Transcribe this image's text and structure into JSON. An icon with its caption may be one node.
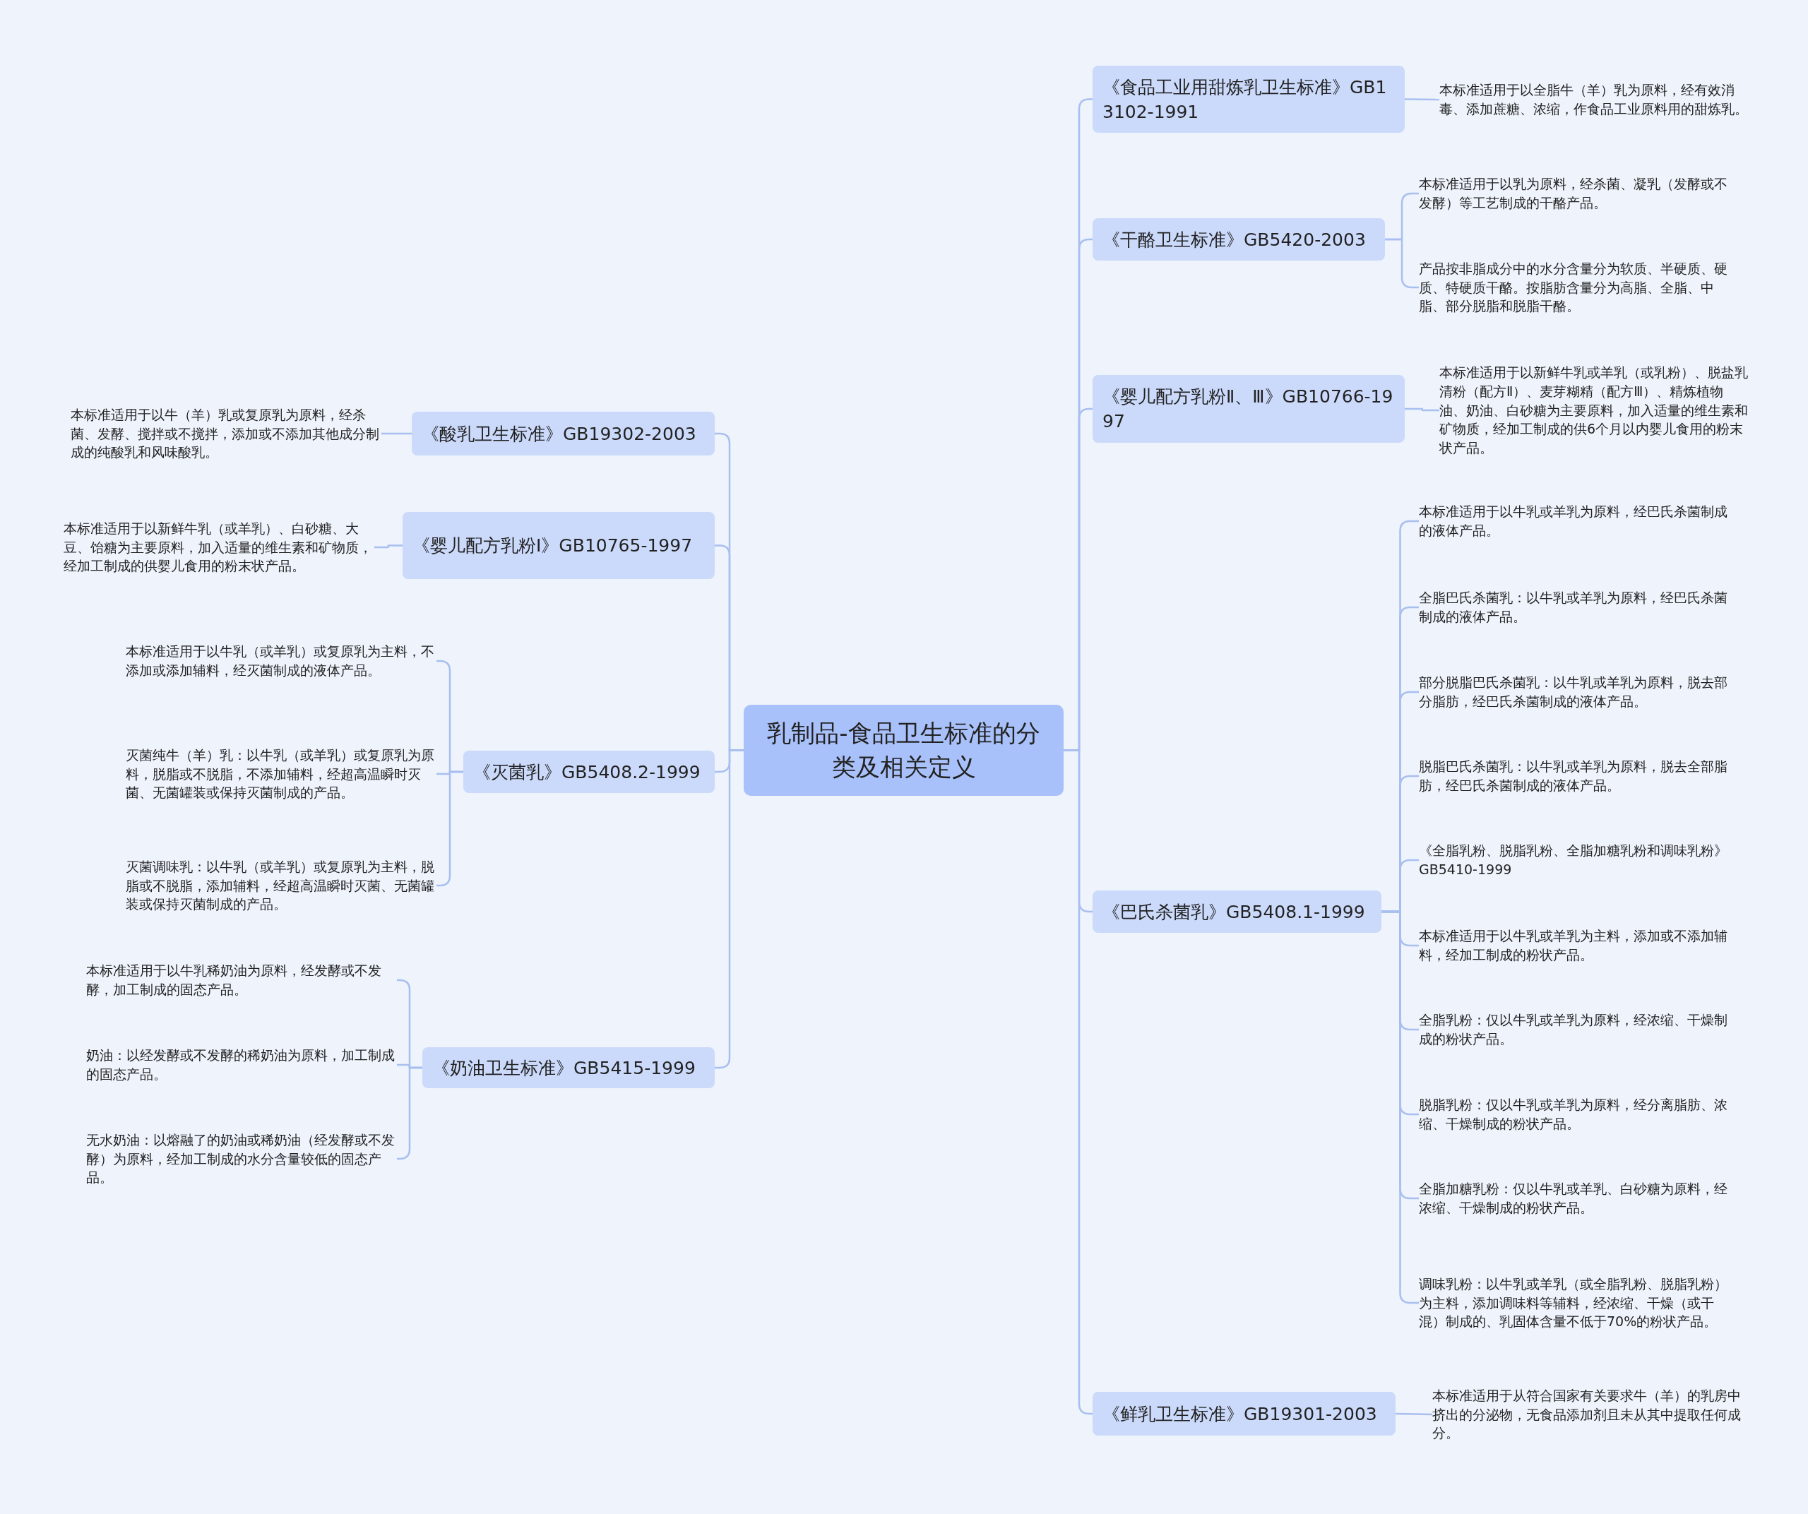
{
  "diagram": {
    "nodes": [
      {
        "text": [
          "乳制品-食品卫生标准的分类及相关定义"
        ]
      },
      {
        "text": [
          "《酸乳卫生标准》GB19302-2003"
        ]
      },
      {
        "text": [
          "本标准适用于以牛（羊）乳或复原乳为原料，经杀菌、发酵、搅拌或不搅拌，添加或不添加其他成分制成的纯酸乳和风味酸乳。"
        ]
      },
      {
        "text": [
          "《婴儿配方乳粉Ⅰ》GB10765-1997"
        ]
      },
      {
        "text": [
          "本标准适用于以新鲜牛乳（或羊乳）、白砂糖、大豆、饴糖为主要原料，加入适量的维生素和矿物质，经加工制成的供婴儿食用的粉末状产品。"
        ]
      },
      {
        "text": [
          "《灭菌乳》GB5408.2-1999"
        ]
      },
      {
        "text": [
          "本标准适用于以牛乳（或羊乳）或复原乳为主料，不添加或添加辅料，经灭菌制成的液体产品。"
        ]
      },
      {
        "text": [
          "灭菌纯牛（羊）乳：以牛乳（或羊乳）或复原乳为原料，脱脂或不脱脂，不添加辅料，经超高温瞬时灭菌、无菌罐装或保持灭菌制成的产品。"
        ]
      },
      {
        "text": [
          "灭菌调味乳：以牛乳（或羊乳）或复原乳为主料，脱脂或不脱脂，添加辅料，经超高温瞬时灭菌、无菌罐装或保持灭菌制成的产品。"
        ]
      },
      {
        "text": [
          "《奶油卫生标准》GB5415-1999"
        ]
      },
      {
        "text": [
          "本标准适用于以牛乳稀奶油为原料，经发酵或不发酵，加工制成的固态产品。"
        ]
      },
      {
        "text": [
          "奶油：以经发酵或不发酵的稀奶油为原料，加工制成的固态产品。"
        ]
      },
      {
        "text": [
          "无水奶油：以熔融了的奶油或稀奶油（经发酵或不发酵）为原料，经加工制成的水分含量较低的固态产品。"
        ]
      },
      {
        "text": [
          "《食品工业用甜炼乳卫生标准》GB13102-1991"
        ]
      },
      {
        "text": [
          "本标准适用于以全脂牛（羊）乳为原料，经有效消毒、添加蔗糖、浓缩，作食品工业原料用的甜炼乳。"
        ]
      },
      {
        "text": [
          "《干酪卫生标准》GB5420-2003"
        ]
      },
      {
        "text": [
          "本标准适用于以乳为原料，经杀菌、凝乳（发酵或不发酵）等工艺制成的干酪产品。"
        ]
      },
      {
        "text": [
          "产品按非脂成分中的水分含量分为软质、半硬质、硬质、特硬质干酪。按脂肪含量分为高脂、全脂、中脂、部分脱脂和脱脂干酪。"
        ]
      },
      {
        "text": [
          "《婴儿配方乳粉Ⅱ、Ⅲ》GB10766-1997"
        ]
      },
      {
        "text": [
          "本标准适用于以新鲜牛乳或羊乳（或乳粉）、脱盐乳清粉（配方Ⅱ）、麦芽糊精（配方Ⅲ）、精炼植物油、奶油、白砂糖为主要原料，加入适量的维生素和矿物质，经加工制成的供6个月以内婴儿食用的粉末状产品。"
        ]
      },
      {
        "text": [
          "《巴氏杀菌乳》GB5408.1-1999"
        ]
      },
      {
        "text": [
          "本标准适用于以牛乳或羊乳为原料，经巴氏杀菌制成的液体产品。"
        ]
      },
      {
        "text": [
          "全脂巴氏杀菌乳：以牛乳或羊乳为原料，经巴氏杀菌制成的液体产品。"
        ]
      },
      {
        "text": [
          "部分脱脂巴氏杀菌乳：以牛乳或羊乳为原料，脱去部分脂肪，经巴氏杀菌制成的液体产品。"
        ]
      },
      {
        "text": [
          "脱脂巴氏杀菌乳：以牛乳或羊乳为原料，脱去全部脂肪，经巴氏杀菌制成的液体产品。"
        ]
      },
      {
        "text": [
          "《全脂乳粉、脱脂乳粉、全脂加糖乳粉和调味乳粉》GB5410-1999"
        ]
      },
      {
        "text": [
          "本标准适用于以牛乳或羊乳为主料，添加或不添加辅料，经加工制成的粉状产品。"
        ]
      },
      {
        "text": [
          "全脂乳粉：仅以牛乳或羊乳为原料，经浓缩、干燥制成的粉状产品。"
        ]
      },
      {
        "text": [
          "脱脂乳粉：仅以牛乳或羊乳为原料，经分离脂肪、浓缩、干燥制成的粉状产品。"
        ]
      },
      {
        "text": [
          "全脂加糖乳粉：仅以牛乳或羊乳、白砂糖为原料，经浓缩、干燥制成的粉状产品。"
        ]
      },
      {
        "text": [
          "调味乳粉：以牛乳或羊乳（或全脂乳粉、脱脂乳粉）为主料，添加调味料等辅料，经浓缩、干燥（或干混）制成的、乳固体含量不低于70%的粉状产品。"
        ]
      },
      {
        "text": [
          "《鲜乳卫生标准》GB19301-2003"
        ]
      },
      {
        "text": [
          "本标准适用于从符合国家有关要求牛（羊）的乳房中挤出的分泌物，无食品添加剂且未从其中提取任何成分。"
        ]
      }
    ],
    "edges": [
      {
        "from": 0,
        "to": 1,
        "arrow": "none"
      },
      {
        "from": 1,
        "to": 2,
        "arrow": "none"
      },
      {
        "from": 0,
        "to": 3,
        "arrow": "none"
      },
      {
        "from": 3,
        "to": 4,
        "arrow": "none"
      },
      {
        "from": 0,
        "to": 5,
        "arrow": "none"
      },
      {
        "from": 5,
        "to": 6,
        "arrow": "none"
      },
      {
        "from": 5,
        "to": 7,
        "arrow": "none"
      },
      {
        "from": 5,
        "to": 8,
        "arrow": "none"
      },
      {
        "from": 0,
        "to": 9,
        "arrow": "none"
      },
      {
        "from": 9,
        "to": 10,
        "arrow": "none"
      },
      {
        "from": 9,
        "to": 11,
        "arrow": "none"
      },
      {
        "from": 9,
        "to": 12,
        "arrow": "none"
      },
      {
        "from": 0,
        "to": 13,
        "arrow": "none"
      },
      {
        "from": 13,
        "to": 14,
        "arrow": "none"
      },
      {
        "from": 0,
        "to": 15,
        "arrow": "none"
      },
      {
        "from": 15,
        "to": 16,
        "arrow": "none"
      },
      {
        "from": 15,
        "to": 17,
        "arrow": "none"
      },
      {
        "from": 0,
        "to": 18,
        "arrow": "none"
      },
      {
        "from": 18,
        "to": 19,
        "arrow": "none"
      },
      {
        "from": 0,
        "to": 20,
        "arrow": "none"
      },
      {
        "from": 20,
        "to": 21,
        "arrow": "none"
      },
      {
        "from": 20,
        "to": 22,
        "arrow": "none"
      },
      {
        "from": 20,
        "to": 23,
        "arrow": "none"
      },
      {
        "from": 20,
        "to": 24,
        "arrow": "none"
      },
      {
        "from": 20,
        "to": 25,
        "arrow": "none"
      },
      {
        "from": 20,
        "to": 26,
        "arrow": "none"
      },
      {
        "from": 20,
        "to": 27,
        "arrow": "none"
      },
      {
        "from": 20,
        "to": 28,
        "arrow": "none"
      },
      {
        "from": 20,
        "to": 29,
        "arrow": "none"
      },
      {
        "from": 20,
        "to": 30,
        "arrow": "none"
      },
      {
        "from": 0,
        "to": 31,
        "arrow": "none"
      },
      {
        "from": 31,
        "to": 32,
        "arrow": "none"
      }
    ]
  }
}
